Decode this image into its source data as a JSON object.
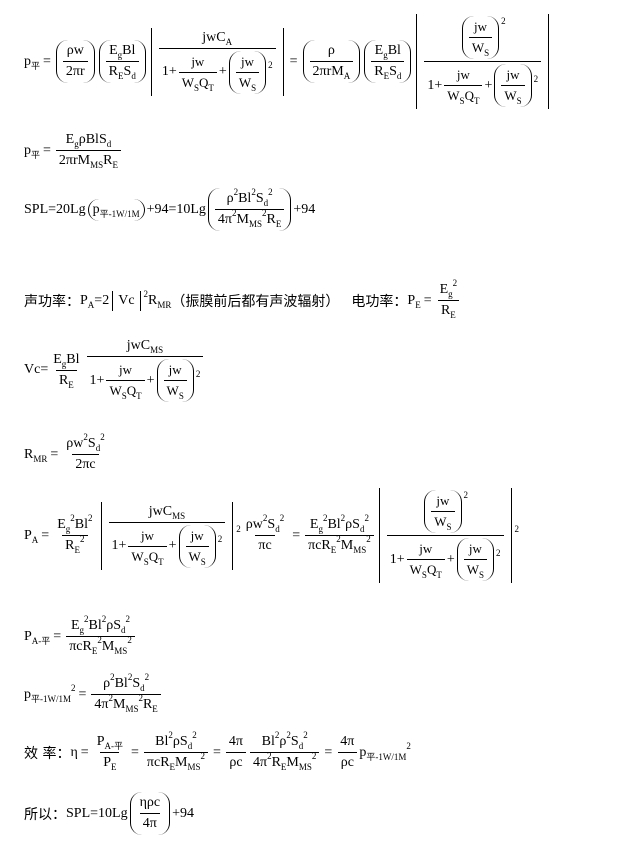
{
  "title": "声功率 / 电功率 / 效率 derivation",
  "symbols": {
    "p": "p",
    "P": "P",
    "rho": "ρ",
    "w": "w",
    "pi2": "2π",
    "r": "r",
    "Eg": "E",
    "Bl": "Bl",
    "RE": "R",
    "Sd": "S",
    "jw": "jw",
    "C": "C",
    "A": "A",
    "one": "1",
    "plus": "+",
    "WS": "W",
    "QT": "Q",
    "MA": "M",
    "MMS": "M",
    "equals": "=",
    "two": "2",
    "pi": "π",
    "c": "c",
    "Vc": "Vc",
    "eta": "η",
    "fourpi": "4π",
    "rhoc": "ρc",
    "etarhoc": "ηρc",
    "four_pi2": "4π",
    "g": "g",
    "d": "d",
    "E": "E",
    "T": "T",
    "S": "S",
    "MS": "MS",
    "MR": "MR",
    "sq": "2",
    "one_w_one_m": "平-1W/1M",
    "ping": "平",
    "A_ping": "A-平"
  },
  "lines": {
    "spl_prefix": "SPL=20Lg",
    "spl_mid": "+94=10Lg",
    "spl_tail": "+94",
    "acoustic_label": "声功率：",
    "acoustic_note": "（振膜前后都有声波辐射）",
    "electric_label": "电功率：",
    "pa_text": "=2",
    "eff_label": "效  率：",
    "so_label": "所以：",
    "so_spl": "SPL=10Lg",
    "so_tail": "+94",
    "vc_eq": "Vc="
  }
}
